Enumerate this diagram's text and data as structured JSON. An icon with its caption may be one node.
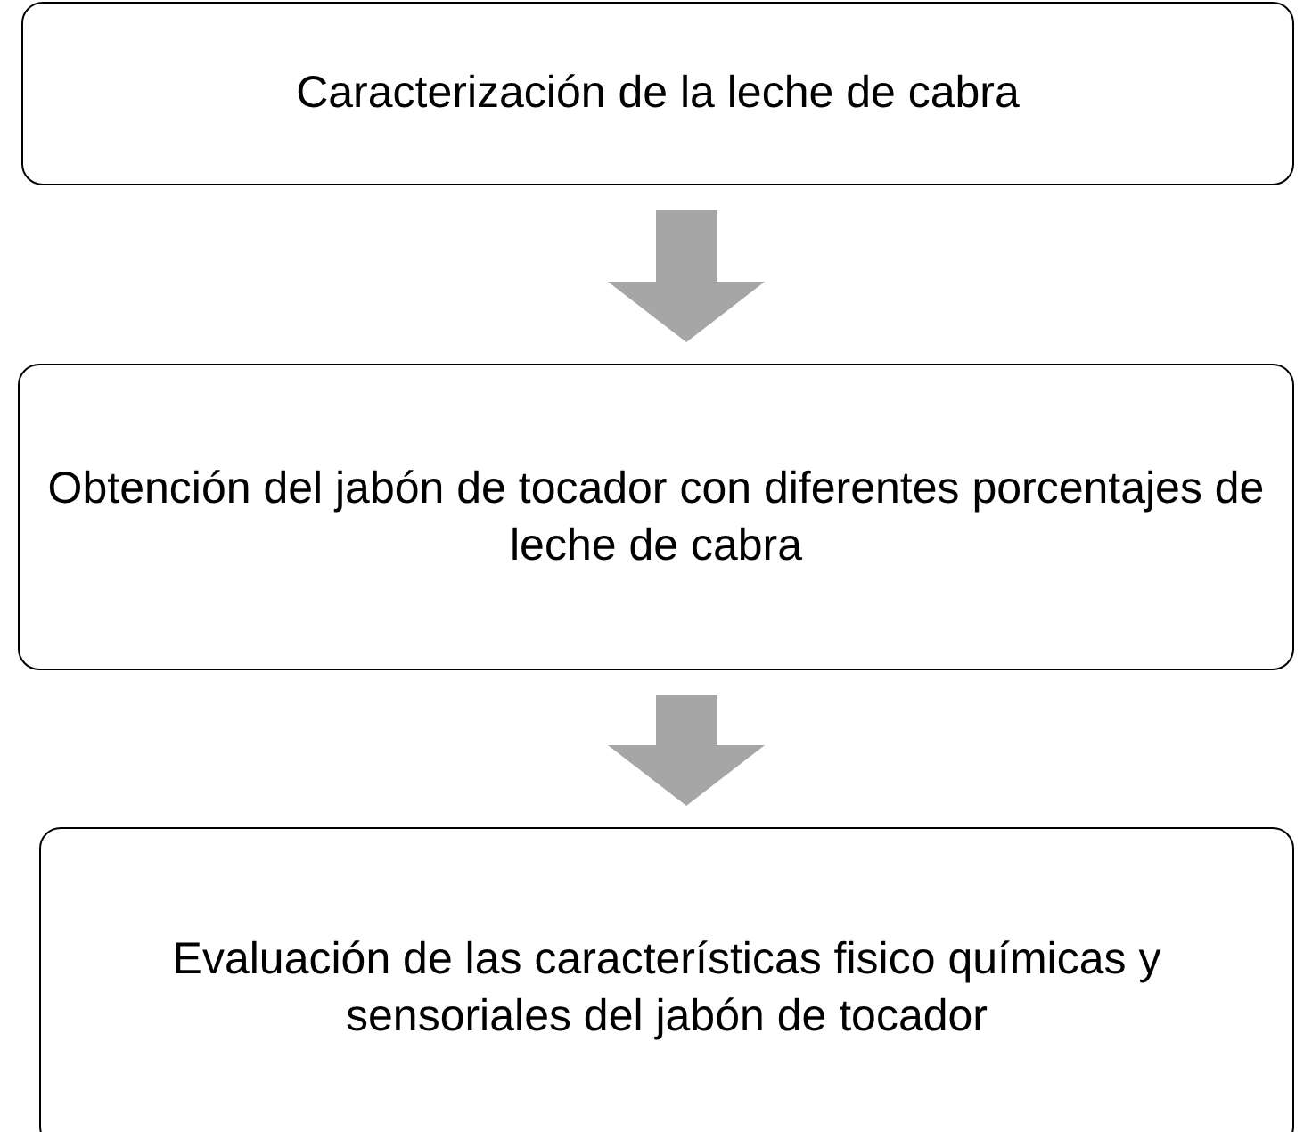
{
  "diagram": {
    "nodes": [
      {
        "text": [
          "Caracterización de la leche de cabra"
        ]
      },
      {
        "text": [
          "Obtención del jabón de tocador con diferentes porcentajes de leche de cabra"
        ]
      },
      {
        "text": [
          "Evaluación de las características fisico químicas y sensoriales del jabón de tocador"
        ]
      }
    ],
    "edges": [
      {
        "from": 0,
        "to": 1,
        "arrow": "to"
      },
      {
        "from": 1,
        "to": 2,
        "arrow": "to"
      }
    ]
  }
}
